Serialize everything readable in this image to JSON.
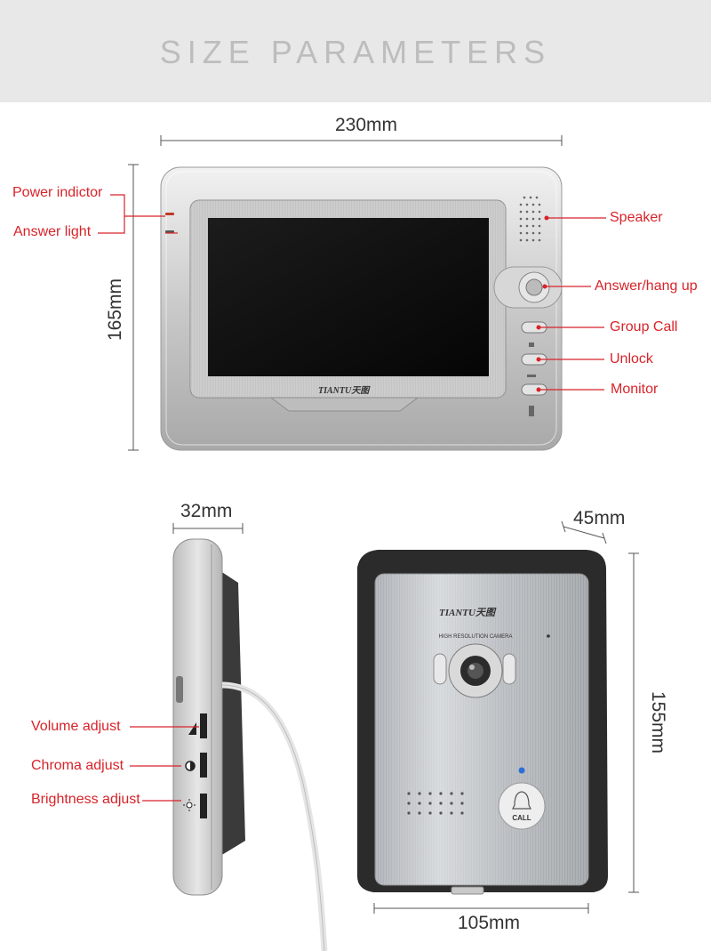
{
  "banner": {
    "title": "SIZE PARAMETERS"
  },
  "monitor": {
    "width_label": "230mm",
    "height_label": "165mm",
    "brand": "TIANTU天图",
    "callouts": {
      "power": "Power indictor",
      "answer_light": "Answer light",
      "speaker": "Speaker",
      "answer_hang": "Answer/hang up",
      "group_call": "Group Call",
      "unlock": "Unlock",
      "monitor": "Monitor"
    }
  },
  "side": {
    "depth_label": "32mm",
    "callouts": {
      "volume": "Volume adjust",
      "chroma": "Chroma adjust",
      "brightness": "Brightness adjust"
    }
  },
  "doorbell": {
    "depth_label": "45mm",
    "height_label": "155mm",
    "width_label": "105mm",
    "brand": "TIANTU天图",
    "lens_text": "HIGH RESOLUTION CAMERA",
    "call_label": "CALL"
  },
  "colors": {
    "callout": "#d8232a",
    "banner_bg": "#e8e8e8",
    "banner_text": "#bdbdbd"
  }
}
